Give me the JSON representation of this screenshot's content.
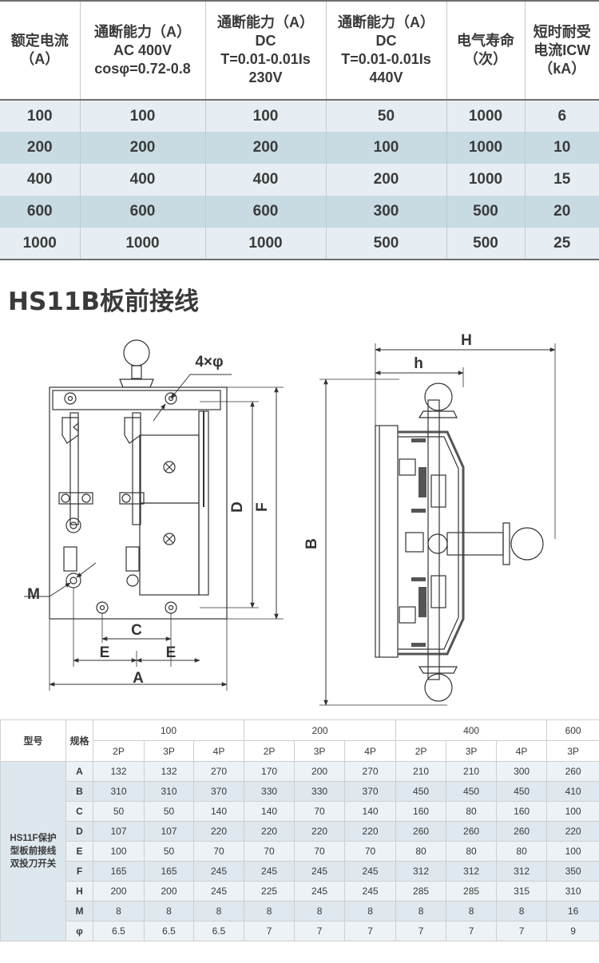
{
  "spec_table": {
    "headers": [
      [
        "额定电流",
        "（A）"
      ],
      [
        "通断能力（A）",
        "AC 400V",
        "cosφ=0.72-0.8"
      ],
      [
        "通断能力（A）",
        "DC",
        "T=0.01-0.01Is",
        "230V"
      ],
      [
        "通断能力（A）",
        "DC",
        "T=0.01-0.01Is",
        "440V"
      ],
      [
        "电气寿命",
        "（次）"
      ],
      [
        "短时耐受",
        "电流ICW",
        "（kA）"
      ]
    ],
    "rows": [
      [
        "100",
        "100",
        "100",
        "50",
        "1000",
        "6"
      ],
      [
        "200",
        "200",
        "200",
        "100",
        "1000",
        "10"
      ],
      [
        "400",
        "400",
        "400",
        "200",
        "1000",
        "15"
      ],
      [
        "600",
        "600",
        "600",
        "300",
        "500",
        "20"
      ],
      [
        "1000",
        "1000",
        "1000",
        "500",
        "500",
        "25"
      ]
    ]
  },
  "section_title": "HS11B板前接线",
  "drawing": {
    "front_labels": {
      "holes": "4×φ",
      "d": "D",
      "f": "F",
      "m": "M",
      "c": "C",
      "e_left": "E",
      "e_right": "E",
      "a": "A"
    },
    "side_labels": {
      "h_upper": "H",
      "h_lower": "h",
      "b": "B"
    }
  },
  "dim_table": {
    "model_header": "型号",
    "spec_header": "规格",
    "current_groups": [
      {
        "label": "100",
        "poles": [
          "2P",
          "3P",
          "4P"
        ]
      },
      {
        "label": "200",
        "poles": [
          "2P",
          "3P",
          "4P"
        ]
      },
      {
        "label": "400",
        "poles": [
          "2P",
          "3P",
          "4P"
        ]
      },
      {
        "label": "600",
        "poles": [
          "3P"
        ]
      }
    ],
    "model_name_lines": [
      "HS11F保护",
      "型板前接线",
      "双投刀开关"
    ],
    "rows": [
      {
        "dim": "A",
        "values": [
          "132",
          "132",
          "270",
          "170",
          "200",
          "270",
          "210",
          "210",
          "300",
          "260"
        ]
      },
      {
        "dim": "B",
        "values": [
          "310",
          "310",
          "370",
          "330",
          "330",
          "370",
          "450",
          "450",
          "450",
          "410"
        ]
      },
      {
        "dim": "C",
        "values": [
          "50",
          "50",
          "140",
          "140",
          "70",
          "140",
          "160",
          "80",
          "160",
          "100"
        ]
      },
      {
        "dim": "D",
        "values": [
          "107",
          "107",
          "220",
          "220",
          "220",
          "220",
          "260",
          "260",
          "260",
          "220"
        ]
      },
      {
        "dim": "E",
        "values": [
          "100",
          "50",
          "70",
          "70",
          "70",
          "70",
          "80",
          "80",
          "80",
          "100"
        ]
      },
      {
        "dim": "F",
        "values": [
          "165",
          "165",
          "245",
          "245",
          "245",
          "245",
          "312",
          "312",
          "312",
          "350"
        ]
      },
      {
        "dim": "H",
        "values": [
          "200",
          "200",
          "245",
          "225",
          "245",
          "245",
          "285",
          "285",
          "315",
          "310"
        ]
      },
      {
        "dim": "M",
        "values": [
          "8",
          "8",
          "8",
          "8",
          "8",
          "8",
          "8",
          "8",
          "8",
          "16"
        ]
      },
      {
        "dim": "φ",
        "values": [
          "6.5",
          "6.5",
          "6.5",
          "7",
          "7",
          "7",
          "7",
          "7",
          "7",
          "9"
        ]
      }
    ]
  }
}
